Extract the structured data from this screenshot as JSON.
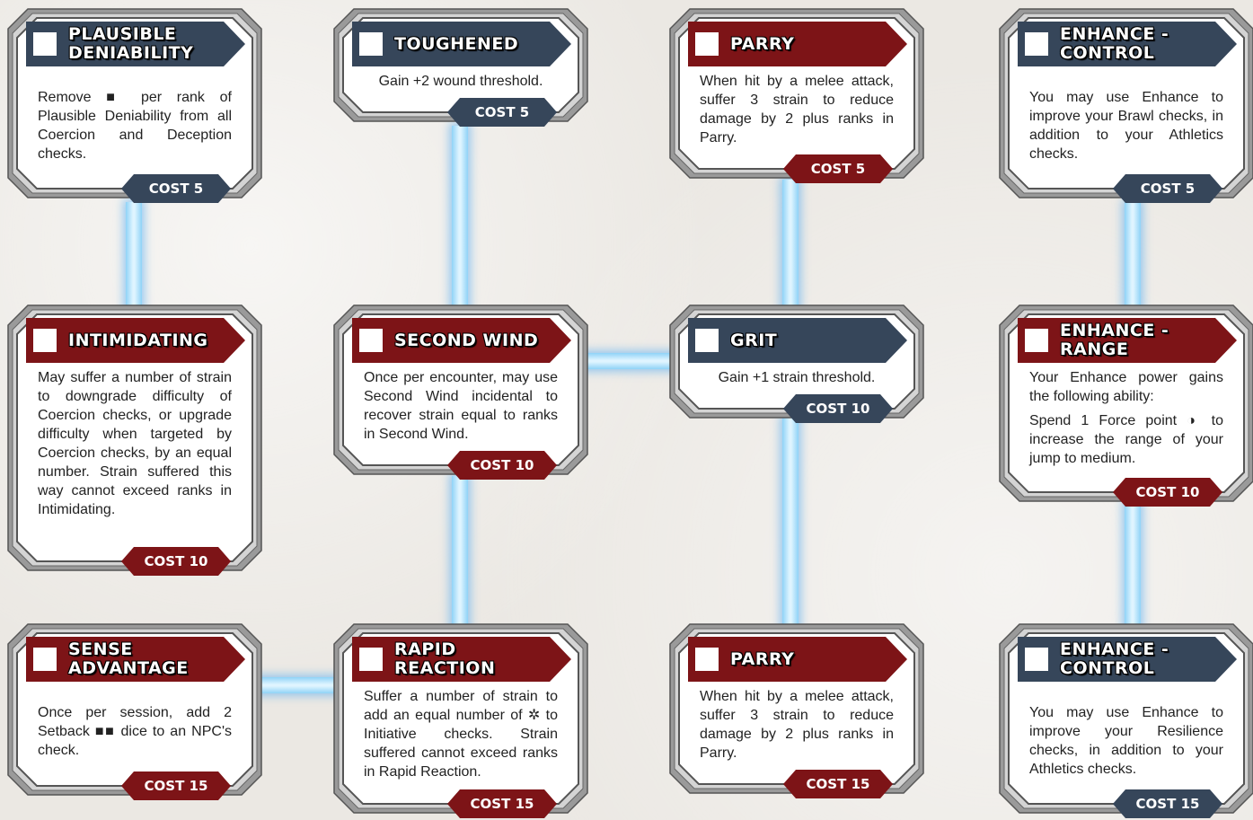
{
  "colors": {
    "red": "#7d1417",
    "blue": "#36465a",
    "frame": "#8a8a8a",
    "glow": "#8fd3f7"
  },
  "cards": [
    {
      "id": "c1",
      "title": "PLAUSIBLE DENIABILITY",
      "color": "blue",
      "body": [
        "Remove ■ per rank of Plausible Deniability from all Coercion and Deception checks."
      ],
      "cost": "COST 5"
    },
    {
      "id": "c2",
      "title": "TOUGHENED",
      "color": "blue",
      "body": [
        "Gain +2 wound threshold."
      ],
      "cost": "COST 5"
    },
    {
      "id": "c3",
      "title": "PARRY",
      "color": "red",
      "body": [
        "When hit by a melee attack, suffer 3 strain to reduce damage by 2 plus ranks in Parry."
      ],
      "cost": "COST 5"
    },
    {
      "id": "c4",
      "title": "ENHANCE - CONTROL",
      "color": "blue",
      "body": [
        "You may use Enhance to improve your Brawl checks, in addition to your Athletics checks."
      ],
      "cost": "COST 5"
    },
    {
      "id": "c5",
      "title": "INTIMIDATING",
      "color": "red",
      "body": [
        "May suffer a number of strain to downgrade difficulty of Coercion checks, or upgrade difficulty when targeted by Coercion checks, by an equal number. Strain suffered this way cannot exceed ranks in Intimidating."
      ],
      "cost": "COST 10"
    },
    {
      "id": "c6",
      "title": "SECOND WIND",
      "color": "red",
      "body": [
        "Once per encounter, may use Second Wind incidental to recover strain equal to ranks in Second Wind."
      ],
      "cost": "COST 10"
    },
    {
      "id": "c7",
      "title": "GRIT",
      "color": "blue",
      "body": [
        "Gain +1 strain threshold."
      ],
      "cost": "COST 10"
    },
    {
      "id": "c8",
      "title": "ENHANCE - RANGE",
      "color": "red",
      "body": [
        "Your Enhance power gains the following ability:",
        "Spend 1 Force point ◑ to increase the range of your jump to medium."
      ],
      "cost": "COST 10"
    },
    {
      "id": "c9",
      "title": "SENSE ADVANTAGE",
      "color": "red",
      "body": [
        "Once per session, add 2 Setback ■■ dice to an NPC's check."
      ],
      "cost": "COST 15"
    },
    {
      "id": "c10",
      "title": "RAPID REACTION",
      "color": "red",
      "body": [
        "Suffer a number of strain to add an equal number of ✲ to Initiative checks. Strain suffered cannot exceed ranks in Rapid Reaction."
      ],
      "cost": "COST 15"
    },
    {
      "id": "c11",
      "title": "PARRY",
      "color": "red",
      "body": [
        "When hit by a melee attack, suffer 3 strain to reduce damage by 2 plus ranks in Parry."
      ],
      "cost": "COST 15"
    },
    {
      "id": "c12",
      "title": "ENHANCE - CONTROL",
      "color": "blue",
      "body": [
        "You may use Enhance to improve your Resilience checks, in addition to your Athletics checks."
      ],
      "cost": "COST 15"
    }
  ]
}
